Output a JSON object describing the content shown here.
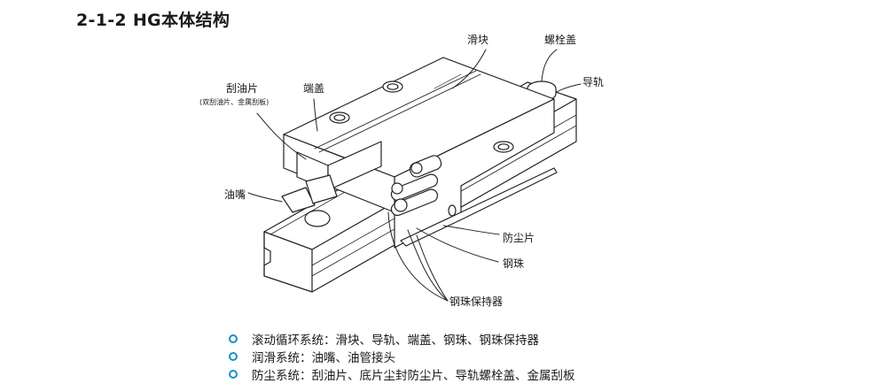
{
  "heading": "2-1-2 HG本体结构",
  "labels": {
    "slider": "滑块",
    "bolt_cap": "螺栓盖",
    "rail": "导轨",
    "scraper": "刮油片",
    "scraper_note": "(双刮油片、金属刮板)",
    "end_cap": "端盖",
    "grease_nipple": "油嘴",
    "dust_seal": "防尘片",
    "steel_ball": "钢珠",
    "ball_retainer": "钢珠保持器"
  },
  "bullets": [
    "滚动循环系统：滑块、导轨、端盖、钢珠、钢珠保持器",
    "润滑系统：油嘴、油管接头",
    "防尘系统：刮油片、底片尘封防尘片、导轨螺栓盖、金属刮板"
  ],
  "colors": {
    "bullet": "#1a8fc7",
    "line": "#222222"
  },
  "icons": {
    "bullet": "ring-bullet-icon"
  }
}
